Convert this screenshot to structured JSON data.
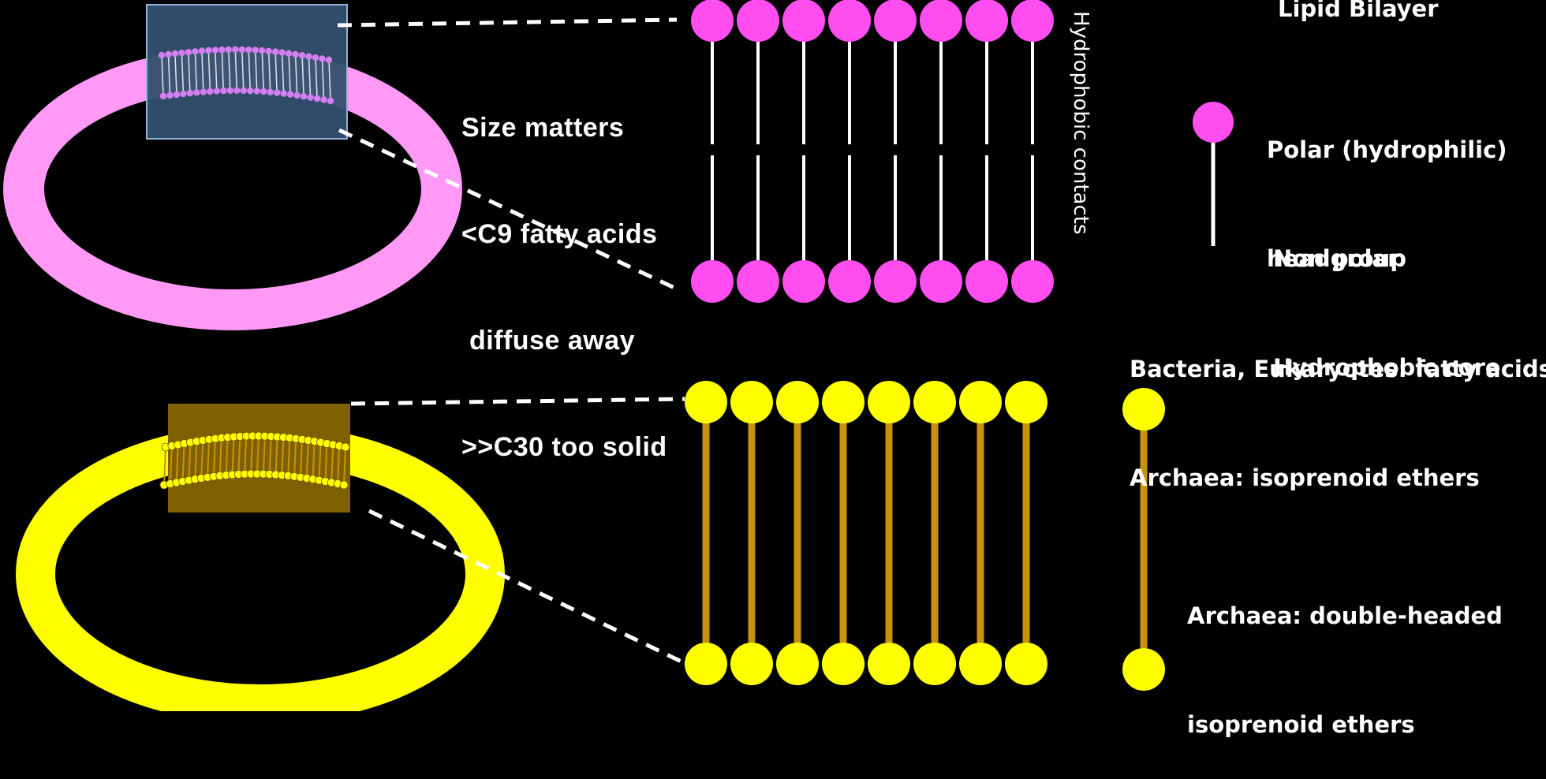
{
  "size_note": {
    "line1": "Size matters",
    "line2": "<C9 fatty acids",
    "line3": " diffuse away",
    "line4": ">>C30 too solid"
  },
  "hydrophobic_label": "Hydrophobic contacts",
  "legend": {
    "title": "Lipid Bilayer",
    "polar": {
      "line1": "Polar (hydrophilic)",
      "line2": "headgroup"
    },
    "nonpolar": {
      "line1": "Non polar",
      "line2": "Hydrophobic core"
    }
  },
  "membrane_types": {
    "line1": "Bacteria, Eukaryotes: fatty acids",
    "line2": "Archaea: isoprenoid ethers"
  },
  "archaea_note": {
    "line1": "Archaea: double-headed",
    "line2": "isoprenoid ethers"
  },
  "colors": {
    "bilayer_ring": "#ff99f5",
    "bilayer_head": "#ff4df0",
    "inset_box": "#34506e",
    "archaea_ring": "#ffff00",
    "archaea_head": "#ffff00",
    "archaea_tail": "#c9920c",
    "archaea_box": "#7f6000"
  }
}
